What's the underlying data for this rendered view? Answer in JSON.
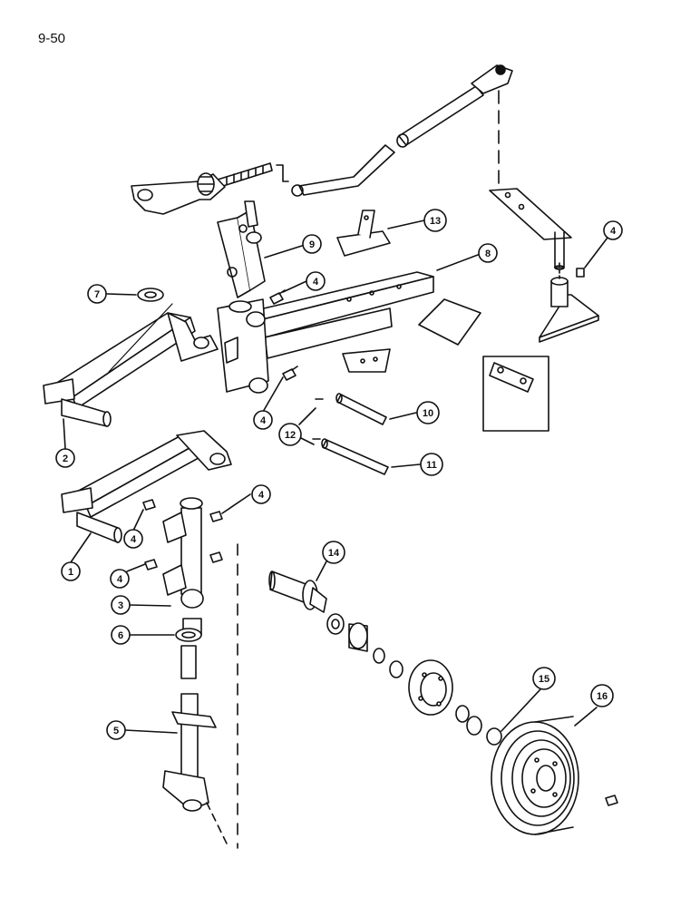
{
  "page_number": "9-50",
  "callouts": [
    "1",
    "2",
    "3",
    "4",
    "5",
    "6",
    "7",
    "8",
    "9",
    "10",
    "11",
    "12",
    "13",
    "14",
    "15",
    "16"
  ],
  "labels": {
    "c1": "1",
    "c2": "2",
    "c3": "3",
    "c4a": "4",
    "c4b": "4",
    "c4c": "4",
    "c4d": "4",
    "c4e": "4",
    "c4f": "4",
    "c5": "5",
    "c6": "6",
    "c7": "7",
    "c8": "8",
    "c9": "9",
    "c10": "10",
    "c11": "11",
    "c12": "12",
    "c13": "13",
    "c14": "14",
    "c15": "15",
    "c16": "16"
  }
}
